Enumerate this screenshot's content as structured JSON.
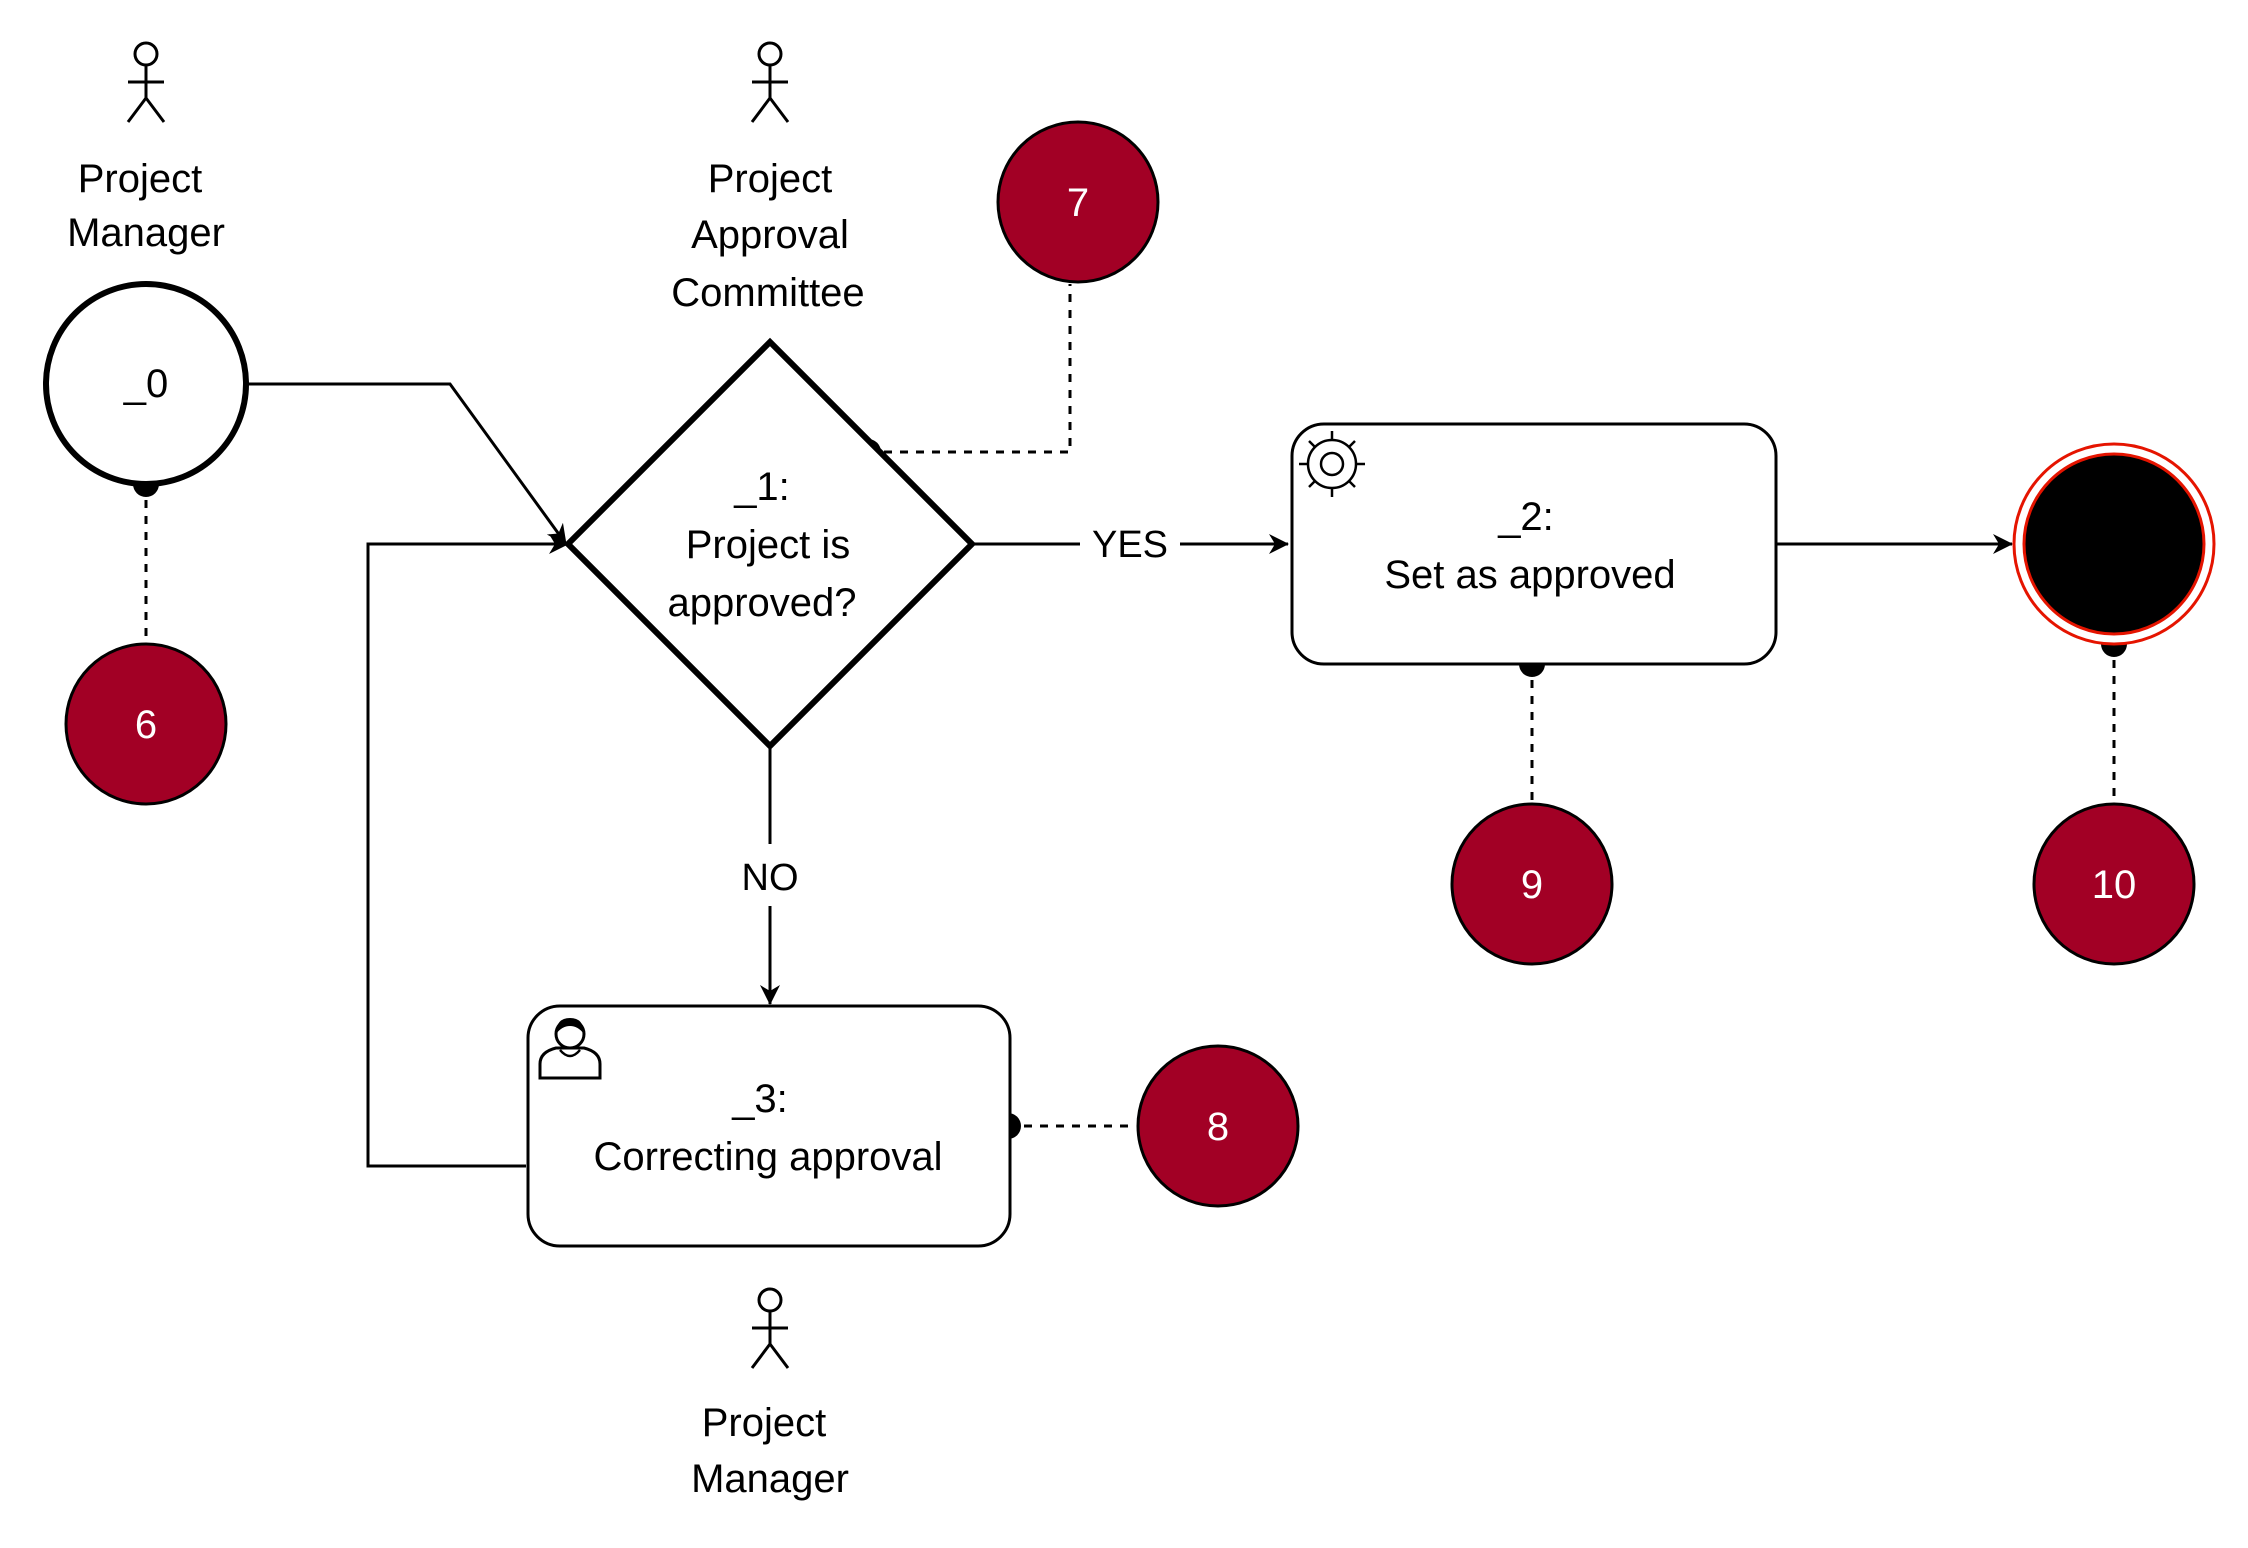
{
  "actors": {
    "start_actor": [
      "Project",
      "Manager"
    ],
    "gateway_actor": [
      "Project",
      "Approval",
      "Committee"
    ],
    "task3_actor": [
      "Project",
      "Manager"
    ]
  },
  "start_event": {
    "label": "_0"
  },
  "gateway": {
    "line1": "_1:",
    "line2": "Project is",
    "line3": "approved?"
  },
  "task2": {
    "line1": "_2:",
    "line2": "Set as approved"
  },
  "task3": {
    "line1": "_3:",
    "line2": "Correcting approval"
  },
  "edges": {
    "yes_label": "YES",
    "no_label": "NO"
  },
  "badges": {
    "b6": "6",
    "b7": "7",
    "b8": "8",
    "b9": "9",
    "b10": "10"
  },
  "icons": {
    "task2": "gear-icon",
    "task3": "user-icon",
    "actor": "stick-figure-icon"
  },
  "colors": {
    "badge": "#a20025",
    "end_ring": "#e51400",
    "stroke": "#000000"
  }
}
